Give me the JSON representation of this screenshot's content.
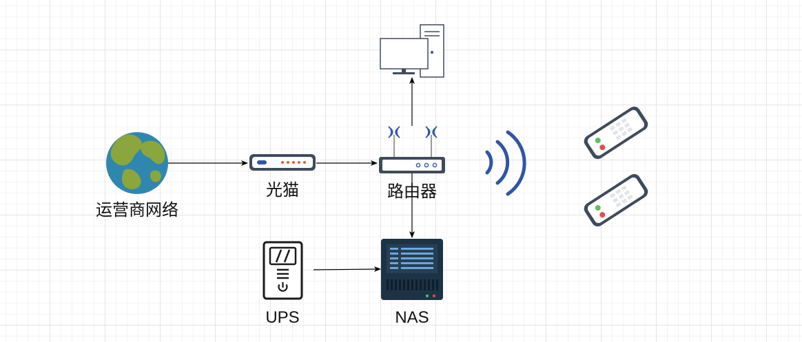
{
  "diagram": {
    "nodes": {
      "isp": {
        "label": "运营商网络",
        "icon": "globe-icon"
      },
      "modem": {
        "label": "光猫",
        "icon": "modem-icon"
      },
      "router": {
        "label": "路由器",
        "icon": "router-icon"
      },
      "pc": {
        "label": "",
        "icon": "desktop-computer-icon"
      },
      "nas": {
        "label": "NAS",
        "icon": "nas-server-icon"
      },
      "ups": {
        "label": "UPS",
        "icon": "ups-icon"
      },
      "wifi": {
        "label": "",
        "icon": "wifi-signal-icon"
      },
      "phone_1": {
        "label": "",
        "icon": "smartphone-icon"
      },
      "phone_2": {
        "label": "",
        "icon": "smartphone-icon"
      }
    },
    "edges": [
      {
        "from": "isp",
        "to": "modem"
      },
      {
        "from": "modem",
        "to": "router"
      },
      {
        "from": "router",
        "to": "pc"
      },
      {
        "from": "router",
        "to": "nas"
      },
      {
        "from": "ups",
        "to": "nas"
      }
    ],
    "colors": {
      "globe_ocean": "#2f87b0",
      "globe_land": "#8aa63c",
      "wifi_waves": "#2f55a4",
      "nas_body": "#1c3346",
      "modem_body": "#3f4b5b",
      "line": "#000000"
    }
  }
}
